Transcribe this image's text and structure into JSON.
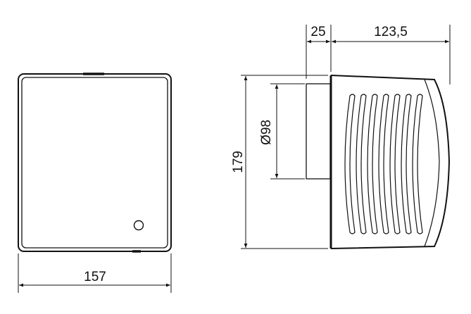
{
  "front_view": {
    "width_label": "157"
  },
  "side_view": {
    "height_label": "179",
    "duct_diameter_label": "Ø98",
    "duct_length_label": "25",
    "depth_label": "123,5"
  },
  "colors": {
    "line": "#111111",
    "background": "#ffffff"
  }
}
